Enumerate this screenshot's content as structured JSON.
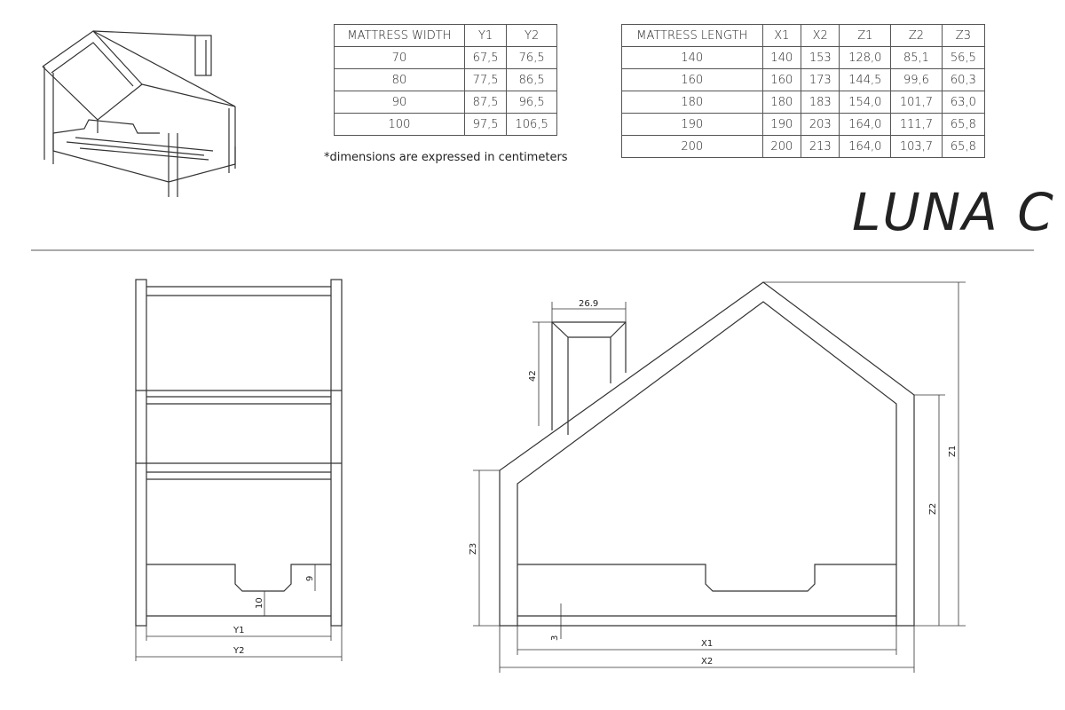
{
  "title": "LUNA C",
  "width_table": {
    "headers": [
      "MATTRESS WIDTH",
      "Y1",
      "Y2"
    ],
    "rows": [
      [
        "70",
        "67,5",
        "76,5"
      ],
      [
        "80",
        "77,5",
        "86,5"
      ],
      [
        "90",
        "87,5",
        "96,5"
      ],
      [
        "100",
        "97,5",
        "106,5"
      ]
    ]
  },
  "note": "*dimensions are expressed in centimeters",
  "length_table": {
    "headers": [
      "MATTRESS LENGTH",
      "X1",
      "X2",
      "Z1",
      "Z2",
      "Z3"
    ],
    "rows": [
      [
        "140",
        "140",
        "153",
        "128,0",
        "85,1",
        "56,5"
      ],
      [
        "160",
        "160",
        "173",
        "144,5",
        "99,6",
        "60,3"
      ],
      [
        "180",
        "180",
        "183",
        "154,0",
        "101,7",
        "63,0"
      ],
      [
        "190",
        "190",
        "203",
        "164,0",
        "111,7",
        "65,8"
      ],
      [
        "200",
        "200",
        "213",
        "164,0",
        "103,7",
        "65,8"
      ]
    ]
  },
  "front_view": {
    "dims": {
      "y1": "Y1",
      "y2": "Y2",
      "notch": "9",
      "bottom": "10"
    }
  },
  "side_view": {
    "dims": {
      "chimney_width": "26.9",
      "chimney_height": "42",
      "x1": "X1",
      "x2": "X2",
      "z1": "Z1",
      "z2": "Z2",
      "z3": "Z3",
      "gap": "3"
    }
  }
}
